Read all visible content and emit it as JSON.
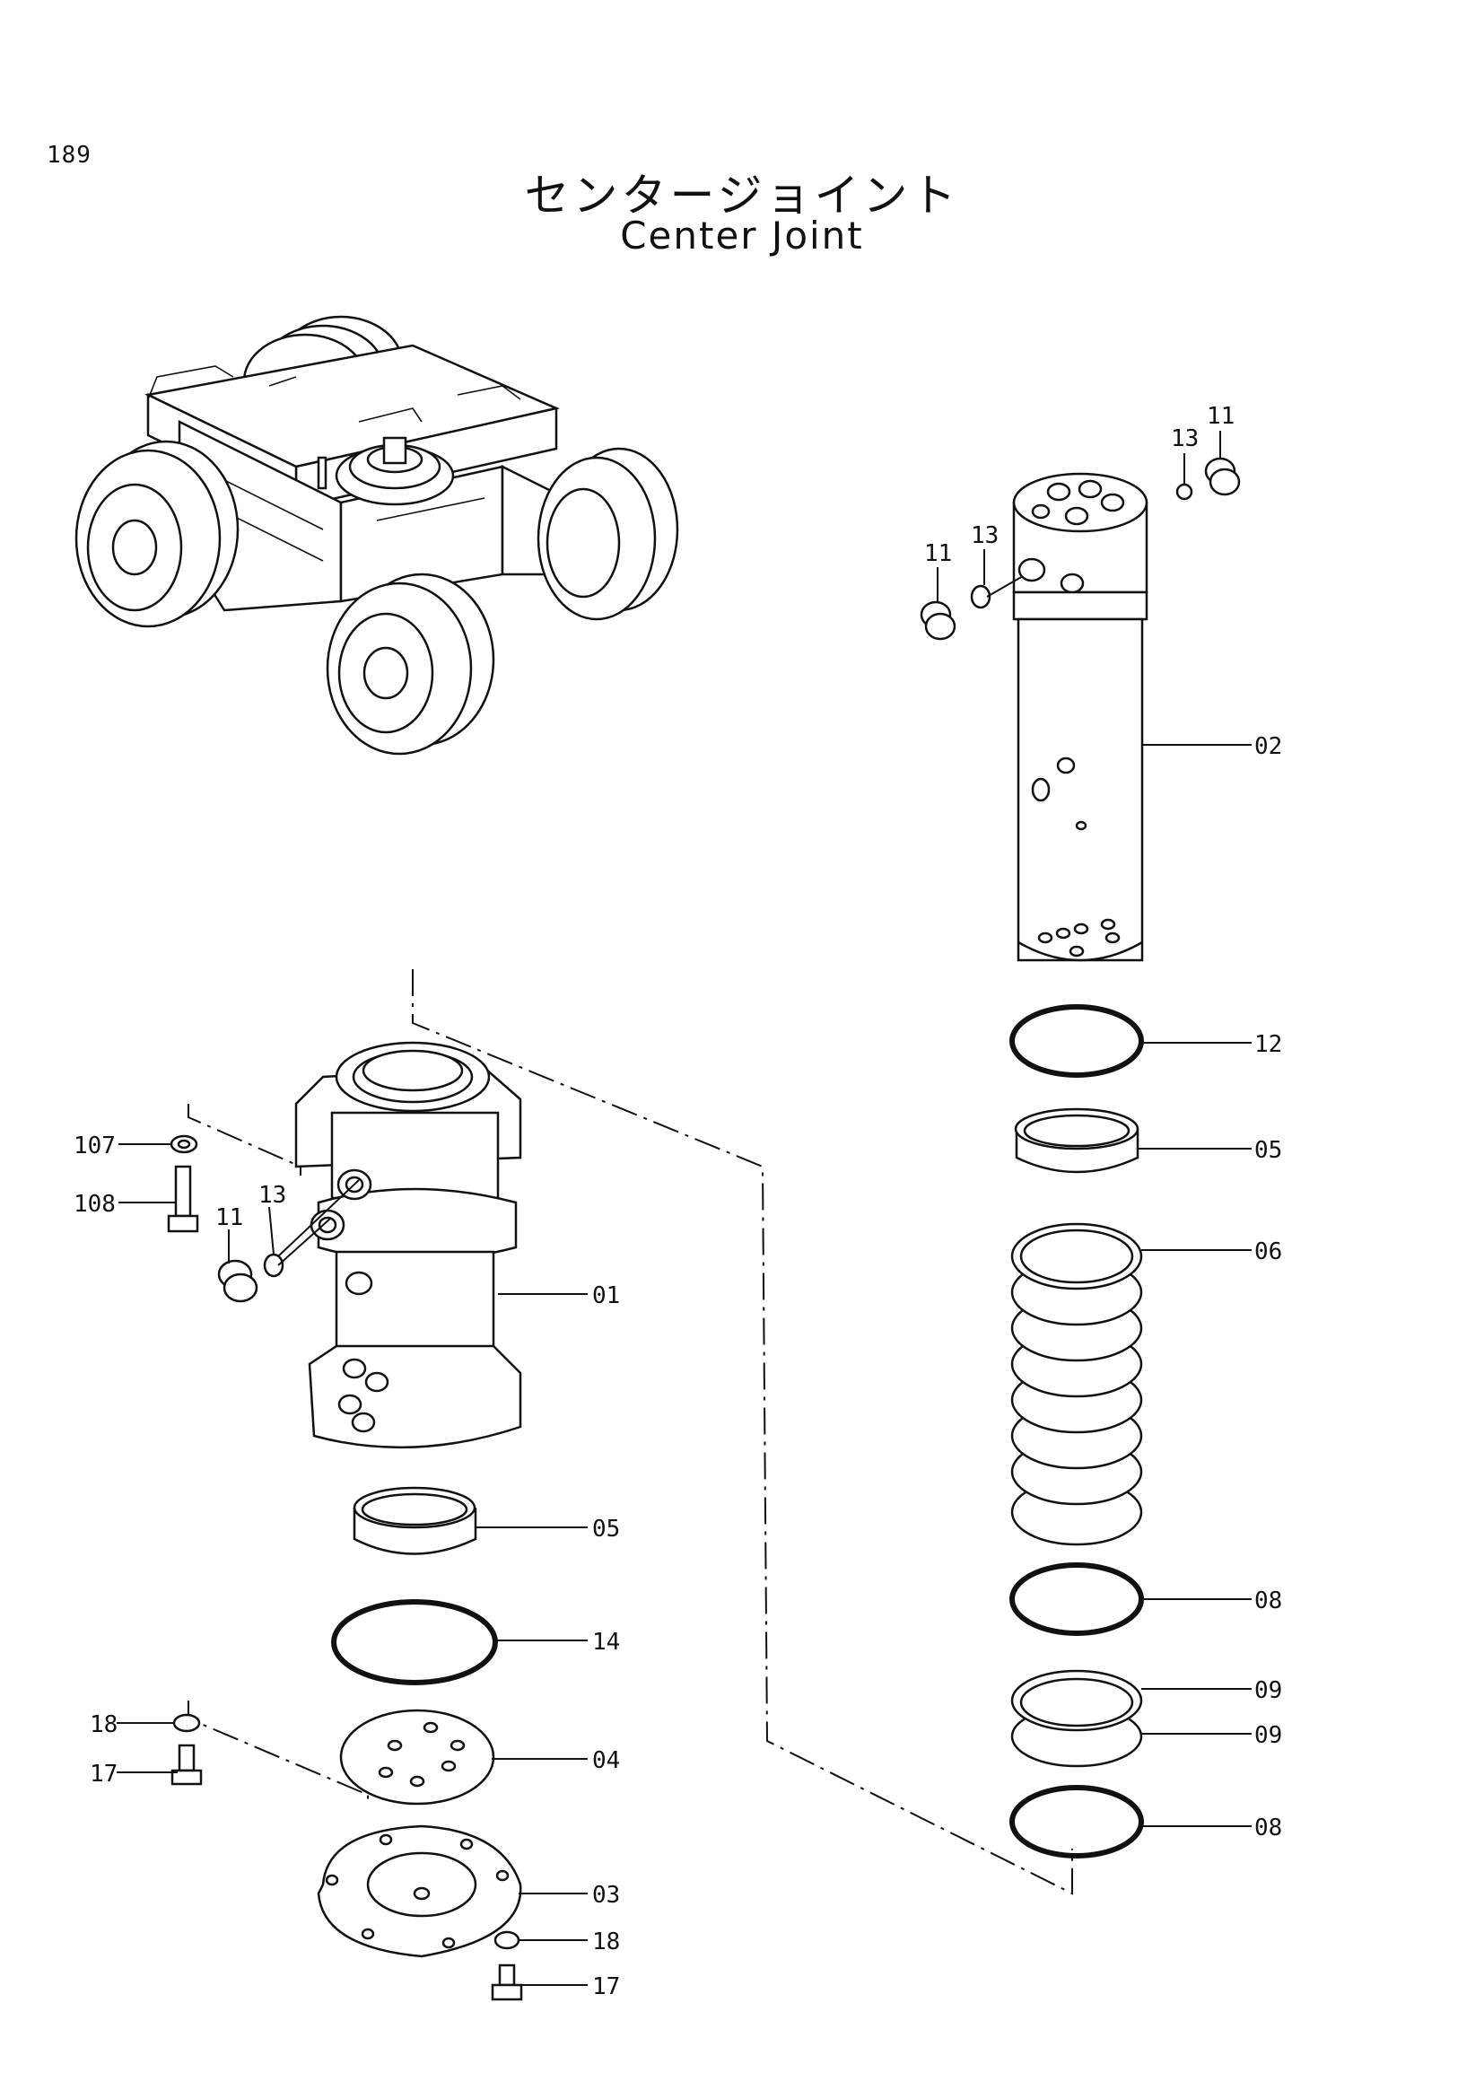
{
  "page": {
    "number": "189"
  },
  "title": {
    "japanese": "センタージョイント",
    "english": "Center Joint"
  },
  "callouts": {
    "c01": "01",
    "c02": "02",
    "c03": "03",
    "c04": "04",
    "c05a": "05",
    "c05b": "05",
    "c06": "06",
    "c08a": "08",
    "c08b": "08",
    "c09a": "09",
    "c09b": "09",
    "c11a": "11",
    "c11b": "11",
    "c11c": "11",
    "c12": "12",
    "c13a": "13",
    "c13b": "13",
    "c13c": "13",
    "c14": "14",
    "c17a": "17",
    "c17b": "17",
    "c18a": "18",
    "c18b": "18",
    "c107": "107",
    "c108": "108"
  }
}
